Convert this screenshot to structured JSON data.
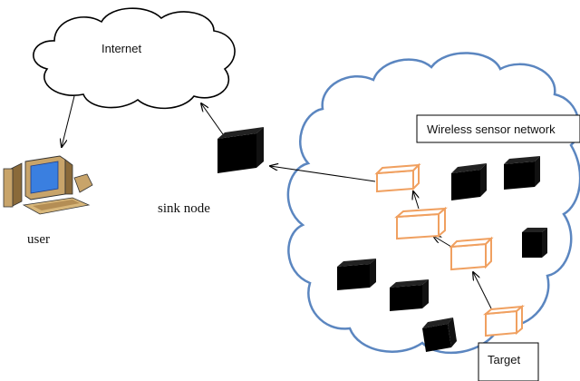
{
  "diagram": {
    "internet_label": "Internet",
    "user_label": "user",
    "sink_node_label": "sink node",
    "wsn_label": "Wireless sensor network",
    "target_label": "Target"
  },
  "colors": {
    "cloud_stroke_internet": "#000000",
    "cloud_stroke_wsn": "#5b86c0",
    "relay_node": "#f0a060",
    "sensor_node": "#000000",
    "arrow": "#000000"
  },
  "icons": [
    "computer-icon",
    "cube-icon"
  ]
}
